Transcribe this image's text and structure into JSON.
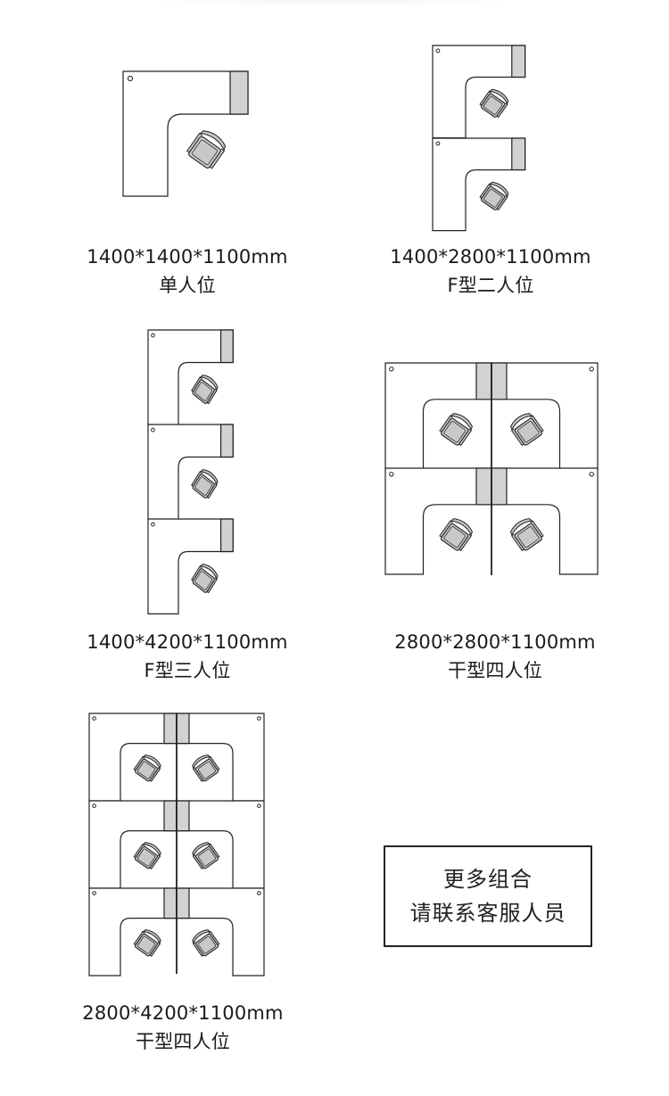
{
  "colors": {
    "stroke": "#222222",
    "panel_fill": "#d2d2d2",
    "chair_fill": "#c8c8c8",
    "background": "#ffffff"
  },
  "layouts": [
    {
      "size": "1400*1400*1100mm",
      "name": "单人位",
      "workstations": 1,
      "arrangement": "single"
    },
    {
      "size": "1400*2800*1100mm",
      "name": "F型二人位",
      "workstations": 2,
      "arrangement": "F"
    },
    {
      "size": "1400*4200*1100mm",
      "name": "F型三人位",
      "workstations": 3,
      "arrangement": "F"
    },
    {
      "size": "2800*2800*1100mm",
      "name": "干型四人位",
      "workstations": 4,
      "arrangement": "干"
    },
    {
      "size": "2800*4200*1100mm",
      "name": "干型四人位",
      "workstations": 6,
      "arrangement": "干"
    }
  ],
  "more": {
    "line1": "更多组合",
    "line2": "请联系客服人员"
  }
}
